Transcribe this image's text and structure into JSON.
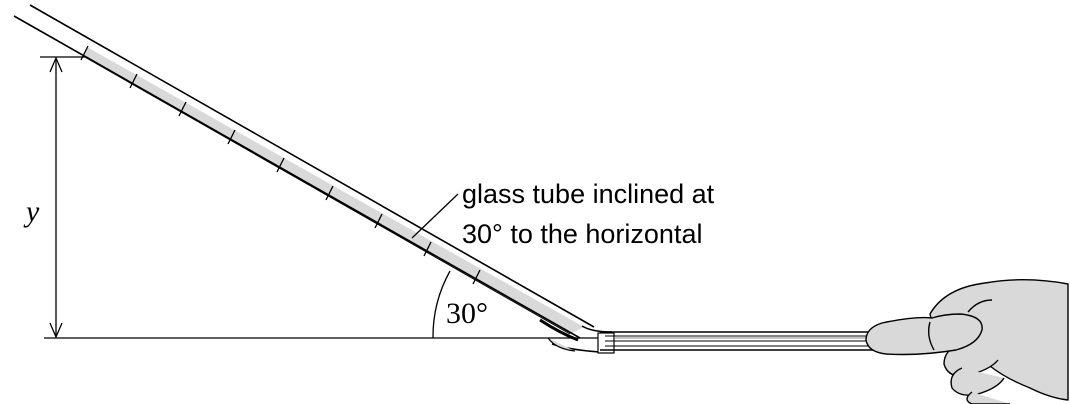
{
  "labels": {
    "tube_line1": "glass tube inclined at",
    "tube_line2": "30° to the horizontal",
    "angle": "30°",
    "height_var": "y"
  },
  "colors": {
    "ink": "#000000",
    "fill": "#d9d9d9",
    "background": "#ffffff"
  }
}
